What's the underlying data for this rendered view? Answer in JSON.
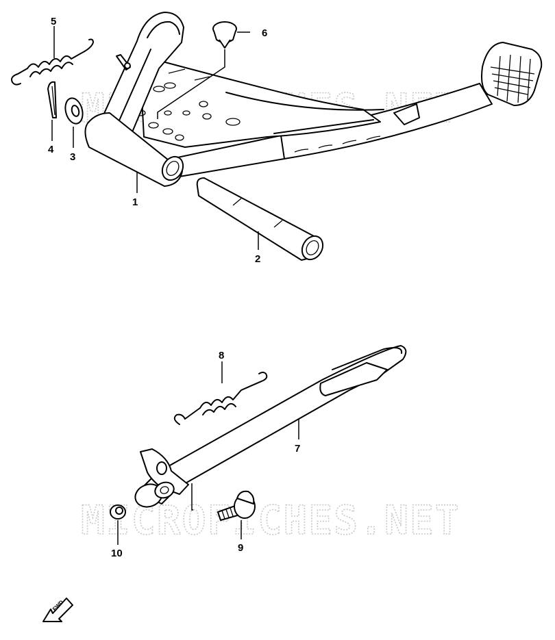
{
  "watermark": {
    "upper": "MICROFICHES.NET",
    "lower": "MICROFICHES.NET",
    "color": "#c8c8c8"
  },
  "callouts": [
    {
      "id": "1",
      "label": "1"
    },
    {
      "id": "2",
      "label": "2"
    },
    {
      "id": "3",
      "label": "3"
    },
    {
      "id": "4",
      "label": "4"
    },
    {
      "id": "5",
      "label": "5"
    },
    {
      "id": "6",
      "label": "6"
    },
    {
      "id": "7",
      "label": "7"
    },
    {
      "id": "8",
      "label": "8"
    },
    {
      "id": "9",
      "label": "9"
    },
    {
      "id": "10",
      "label": "10"
    }
  ],
  "direction_marker": {
    "label": "FWD",
    "icon": "arrow-left-down-icon"
  },
  "colors": {
    "line": "#000000",
    "background": "#ffffff"
  }
}
